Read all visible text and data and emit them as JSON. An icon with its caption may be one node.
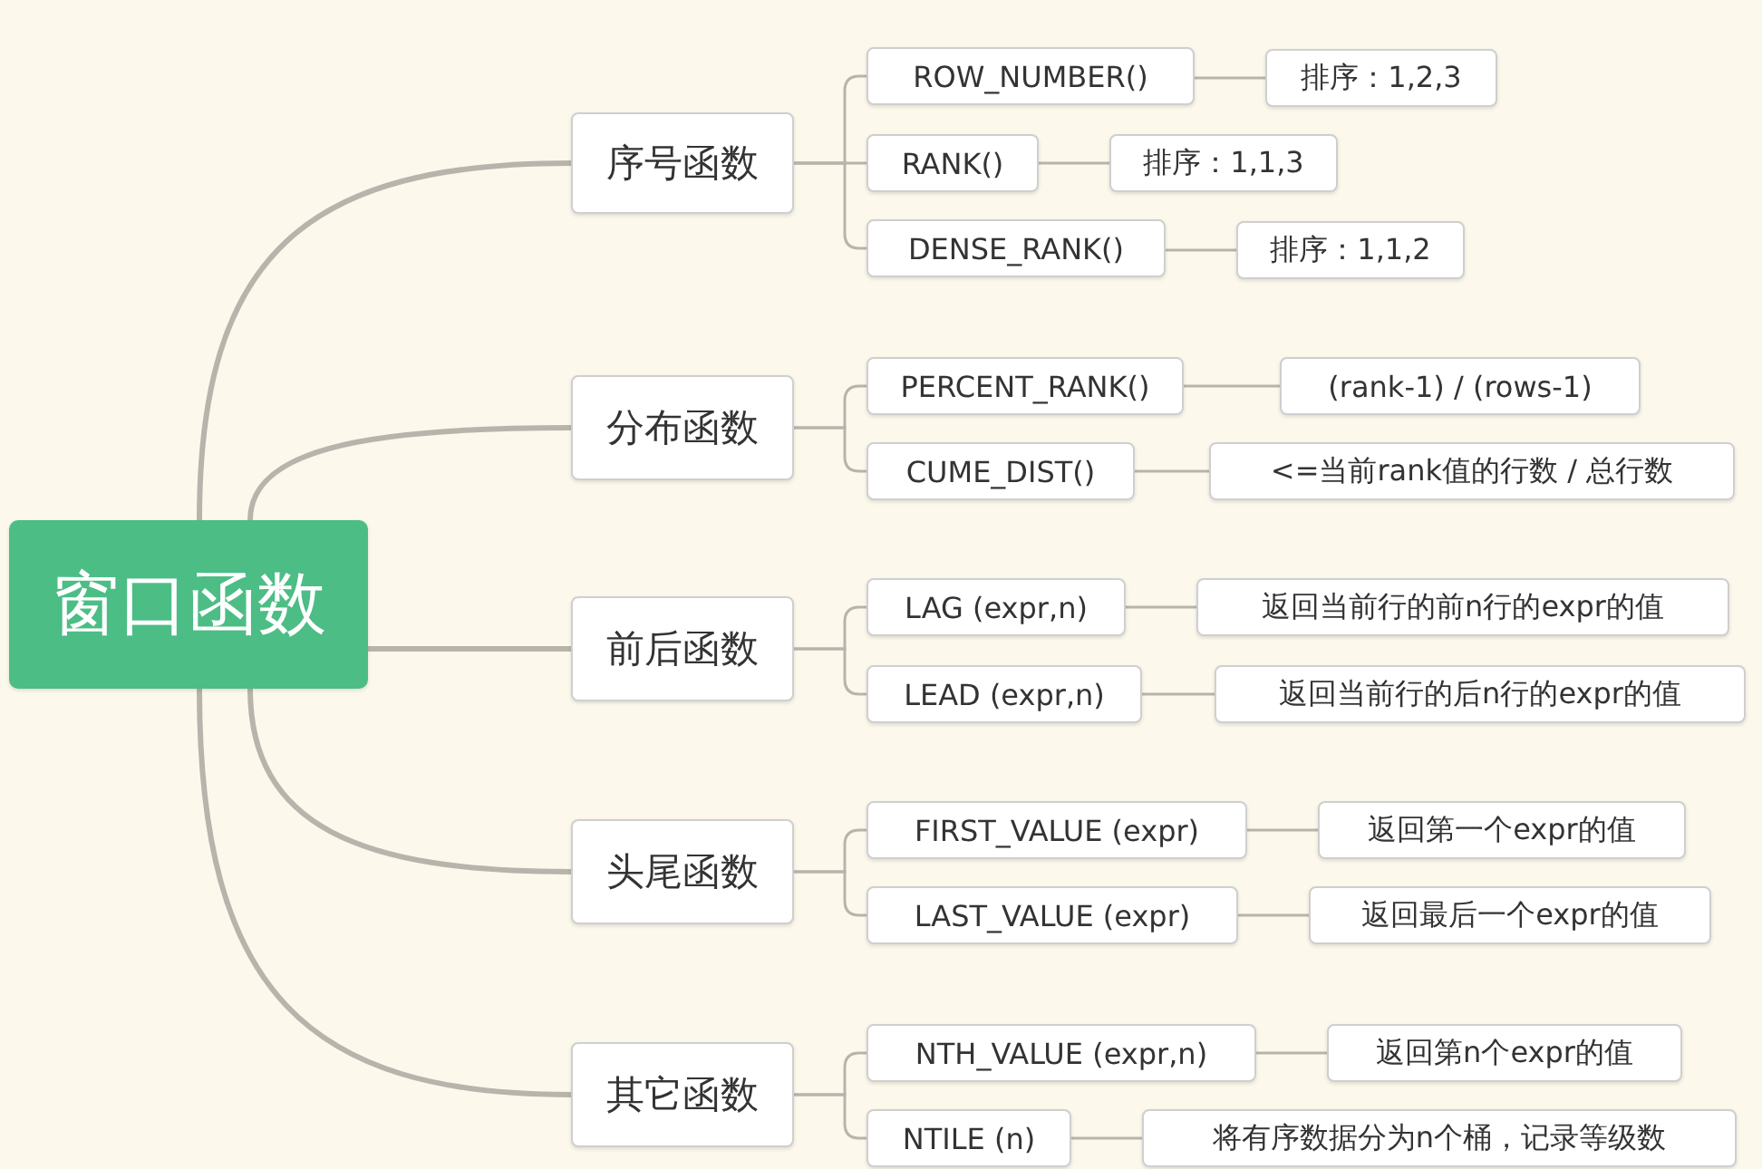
{
  "diagram": {
    "nodes": [
      {
        "text": [
          "窗口函数"
        ]
      },
      {
        "text": [
          "序号函数"
        ]
      },
      {
        "text": [
          "ROW_NUMBER()"
        ]
      },
      {
        "text": [
          "排序：1,2,3"
        ]
      },
      {
        "text": [
          "RANK()"
        ]
      },
      {
        "text": [
          "排序：1,1,3"
        ]
      },
      {
        "text": [
          "DENSE_RANK()"
        ]
      },
      {
        "text": [
          "排序：1,1,2"
        ]
      },
      {
        "text": [
          "分布函数"
        ]
      },
      {
        "text": [
          "PERCENT_RANK()"
        ]
      },
      {
        "text": [
          "(rank-1) / (rows-1)"
        ]
      },
      {
        "text": [
          "CUME_DIST()"
        ]
      },
      {
        "text": [
          "<=当前rank值的行数 / 总行数"
        ]
      },
      {
        "text": [
          "前后函数"
        ]
      },
      {
        "text": [
          "LAG (expr,n)"
        ]
      },
      {
        "text": [
          "返回当前行的前n行的expr的值"
        ]
      },
      {
        "text": [
          "LEAD (expr,n)"
        ]
      },
      {
        "text": [
          "返回当前行的后n行的expr的值"
        ]
      },
      {
        "text": [
          "头尾函数"
        ]
      },
      {
        "text": [
          "FIRST_VALUE (expr)"
        ]
      },
      {
        "text": [
          "返回第一个expr的值"
        ]
      },
      {
        "text": [
          "LAST_VALUE (expr)"
        ]
      },
      {
        "text": [
          "返回最后一个expr的值"
        ]
      },
      {
        "text": [
          "其它函数"
        ]
      },
      {
        "text": [
          "NTH_VALUE (expr,n)"
        ]
      },
      {
        "text": [
          "返回第n个expr的值"
        ]
      },
      {
        "text": [
          "NTILE (n)"
        ]
      },
      {
        "text": [
          "将有序数据分为n个桶，记录等级数"
        ]
      }
    ],
    "edges": [
      {
        "from": 0,
        "to": 1,
        "arrow": "none",
        "style": "thick"
      },
      {
        "from": 0,
        "to": 8,
        "arrow": "none",
        "style": "thick"
      },
      {
        "from": 0,
        "to": 13,
        "arrow": "none",
        "style": "thick"
      },
      {
        "from": 0,
        "to": 18,
        "arrow": "none",
        "style": "thick"
      },
      {
        "from": 0,
        "to": 23,
        "arrow": "none",
        "style": "thick"
      },
      {
        "from": 1,
        "to": 2,
        "arrow": "none"
      },
      {
        "from": 2,
        "to": 3,
        "arrow": "none"
      },
      {
        "from": 1,
        "to": 4,
        "arrow": "none"
      },
      {
        "from": 4,
        "to": 5,
        "arrow": "none"
      },
      {
        "from": 1,
        "to": 6,
        "arrow": "none"
      },
      {
        "from": 6,
        "to": 7,
        "arrow": "none"
      },
      {
        "from": 8,
        "to": 9,
        "arrow": "none"
      },
      {
        "from": 9,
        "to": 10,
        "arrow": "none"
      },
      {
        "from": 8,
        "to": 11,
        "arrow": "none"
      },
      {
        "from": 11,
        "to": 12,
        "arrow": "none"
      },
      {
        "from": 13,
        "to": 14,
        "arrow": "none"
      },
      {
        "from": 14,
        "to": 15,
        "arrow": "none"
      },
      {
        "from": 13,
        "to": 16,
        "arrow": "none"
      },
      {
        "from": 16,
        "to": 17,
        "arrow": "none"
      },
      {
        "from": 18,
        "to": 19,
        "arrow": "none"
      },
      {
        "from": 19,
        "to": 20,
        "arrow": "none"
      },
      {
        "from": 18,
        "to": 21,
        "arrow": "none"
      },
      {
        "from": 21,
        "to": 22,
        "arrow": "none"
      },
      {
        "from": 23,
        "to": 24,
        "arrow": "none"
      },
      {
        "from": 24,
        "to": 25,
        "arrow": "none"
      },
      {
        "from": 23,
        "to": 26,
        "arrow": "none"
      },
      {
        "from": 26,
        "to": 27,
        "arrow": "none"
      }
    ]
  }
}
